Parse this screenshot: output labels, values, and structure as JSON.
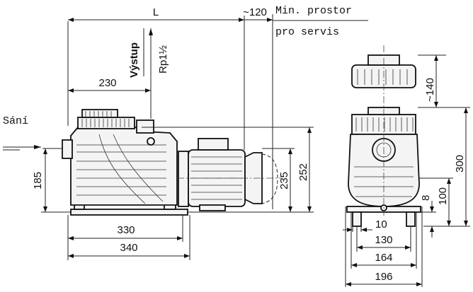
{
  "labels": {
    "min_space_line1": "Min. prostor",
    "min_space_line2": "pro servis",
    "suction": "Sání",
    "outlet": "Výstup",
    "outlet_thread": "Rp1½"
  },
  "dimensions": {
    "L": "L",
    "clearance": "~120",
    "d230": "230",
    "d185": "185",
    "d235": "235",
    "d252": "252",
    "d330": "330",
    "d340": "340",
    "d140": "~140",
    "d300": "300",
    "d100": "100",
    "d8": "8",
    "d10": "10",
    "d130": "130",
    "d164": "164",
    "d196": "196"
  }
}
